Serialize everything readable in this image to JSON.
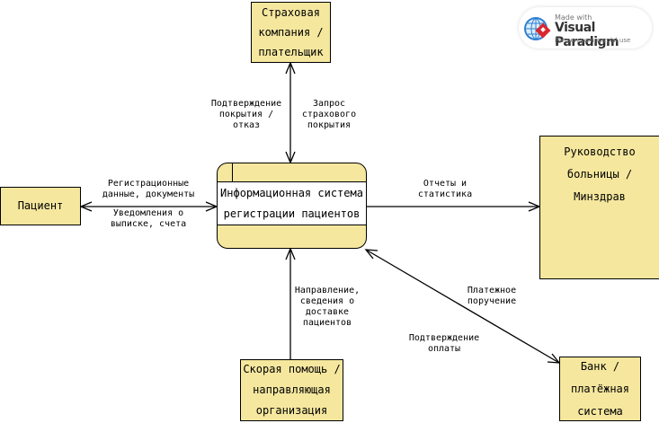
{
  "diagram": {
    "type": "context data flow diagram",
    "process": {
      "lines": [
        "Информационная система",
        "регистрации пациентов"
      ]
    },
    "entities": {
      "insurance": {
        "lines": [
          "Страховая",
          "компания /",
          "плательщик"
        ]
      },
      "patient": {
        "lines": [
          "Пациент"
        ]
      },
      "management": {
        "lines": [
          "Руководство",
          "больницы /",
          "Минздрав"
        ]
      },
      "ambulance": {
        "lines": [
          "Скорая помощь /",
          "направляющая",
          "организация"
        ]
      },
      "bank": {
        "lines": [
          "Банк /",
          "платёжная",
          "система"
        ]
      }
    },
    "flows": {
      "insurance_confirm": {
        "lines": [
          "Подтверждение",
          "покрытия /",
          "отказ"
        ]
      },
      "insurance_request": {
        "lines": [
          "Запрос",
          "страхового",
          "покрытия"
        ]
      },
      "patient_in": {
        "lines": [
          "Регистрационные",
          "данные, документы"
        ]
      },
      "patient_out": {
        "lines": [
          "Уведомления о",
          "выписке, счета"
        ]
      },
      "reports": {
        "lines": [
          "Отчеты и",
          "статистика"
        ]
      },
      "referral": {
        "lines": [
          "Направление,",
          "сведения о",
          "доставке",
          "пациентов"
        ]
      },
      "payment_order": {
        "lines": [
          "Платежное",
          "поручение"
        ]
      },
      "payment_confirm": {
        "lines": [
          "Подтверждение",
          "оплаты"
        ]
      }
    }
  },
  "watermark": {
    "made_with": "Made with",
    "brand": "Visual Paradigm",
    "note": "For non-commercial use"
  },
  "colors": {
    "entity_fill": "#f5e79e",
    "stroke": "#000000"
  }
}
